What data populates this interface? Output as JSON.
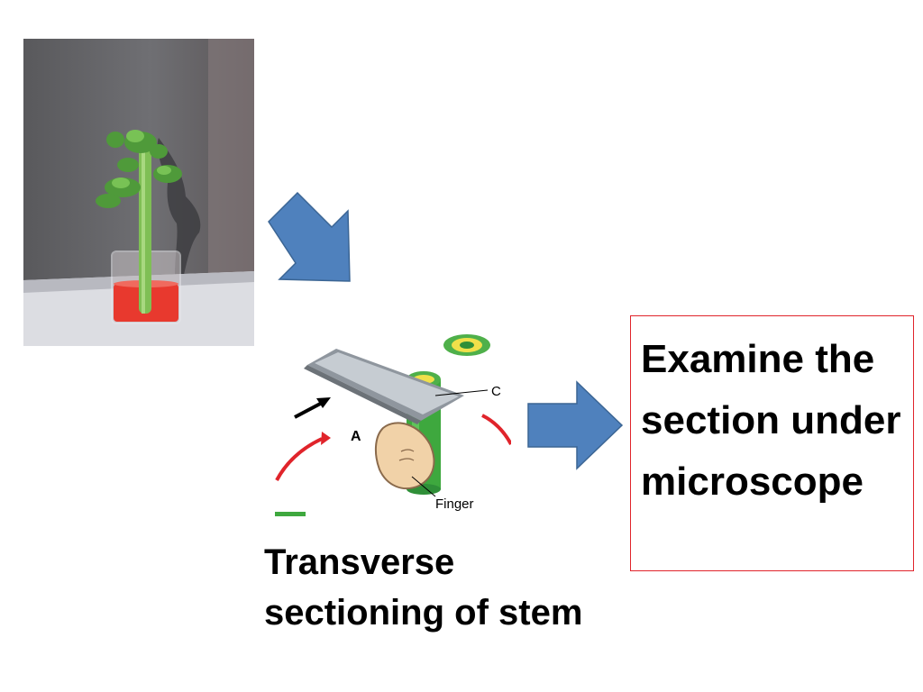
{
  "slide": {
    "caption": "Transverse sectioning of stem",
    "box_text": "Examine the section under microscope",
    "illustration": {
      "label_a": "A",
      "label_finger": "Finger",
      "label_c": "C"
    }
  },
  "colors": {
    "arrow_fill": "#4f81bd",
    "arrow_stroke": "#3b6594",
    "box_border": "#e0242b",
    "dye": "#e8392e",
    "stem_green": "#3ea83e"
  },
  "icons": [
    "celery-photo",
    "down-right-arrow-icon",
    "right-arrow-icon",
    "razor-blade-icon",
    "finger-icon",
    "stem-cylinder-icon",
    "stem-cross-section-icon"
  ]
}
